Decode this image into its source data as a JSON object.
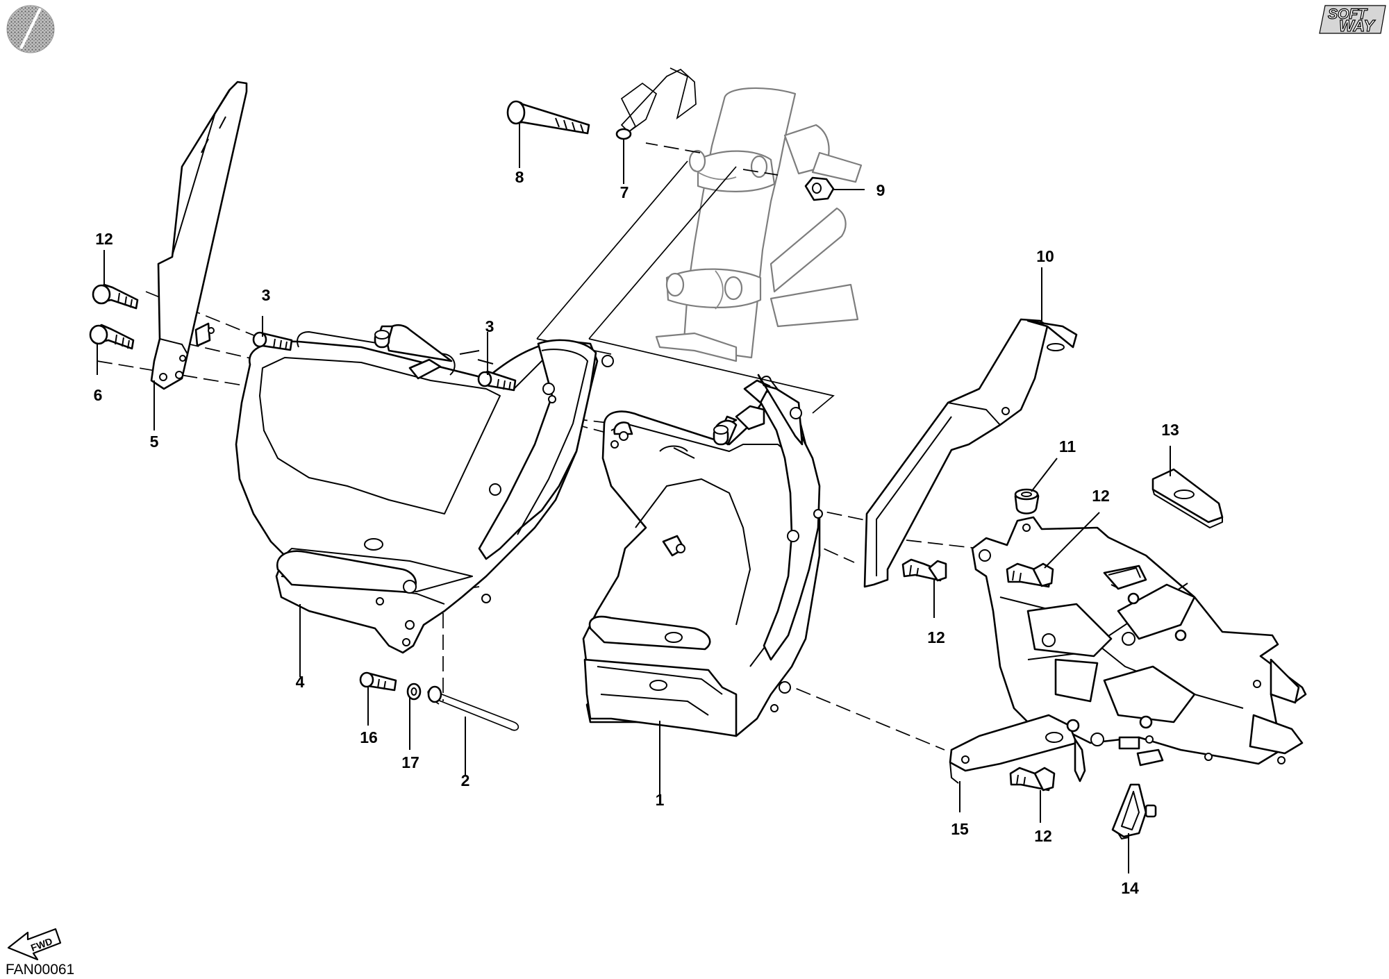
{
  "drawing_code": "FAN00061",
  "brand": {
    "line1": "SOFT",
    "line2": "WAY"
  },
  "fwd_label": "FWD",
  "callouts": [
    {
      "id": "c1",
      "label": "1"
    },
    {
      "id": "c2",
      "label": "2"
    },
    {
      "id": "c3a",
      "label": "3"
    },
    {
      "id": "c3b",
      "label": "3"
    },
    {
      "id": "c4",
      "label": "4"
    },
    {
      "id": "c5",
      "label": "5"
    },
    {
      "id": "c6",
      "label": "6"
    },
    {
      "id": "c7",
      "label": "7"
    },
    {
      "id": "c8",
      "label": "8"
    },
    {
      "id": "c9",
      "label": "9"
    },
    {
      "id": "c10",
      "label": "10"
    },
    {
      "id": "c11",
      "label": "11"
    },
    {
      "id": "c12a",
      "label": "12"
    },
    {
      "id": "c12b",
      "label": "12"
    },
    {
      "id": "c12c",
      "label": "12"
    },
    {
      "id": "c12d",
      "label": "12"
    },
    {
      "id": "c13",
      "label": "13"
    },
    {
      "id": "c14",
      "label": "14"
    },
    {
      "id": "c15",
      "label": "15"
    },
    {
      "id": "c16",
      "label": "16"
    },
    {
      "id": "c17",
      "label": "17"
    }
  ]
}
